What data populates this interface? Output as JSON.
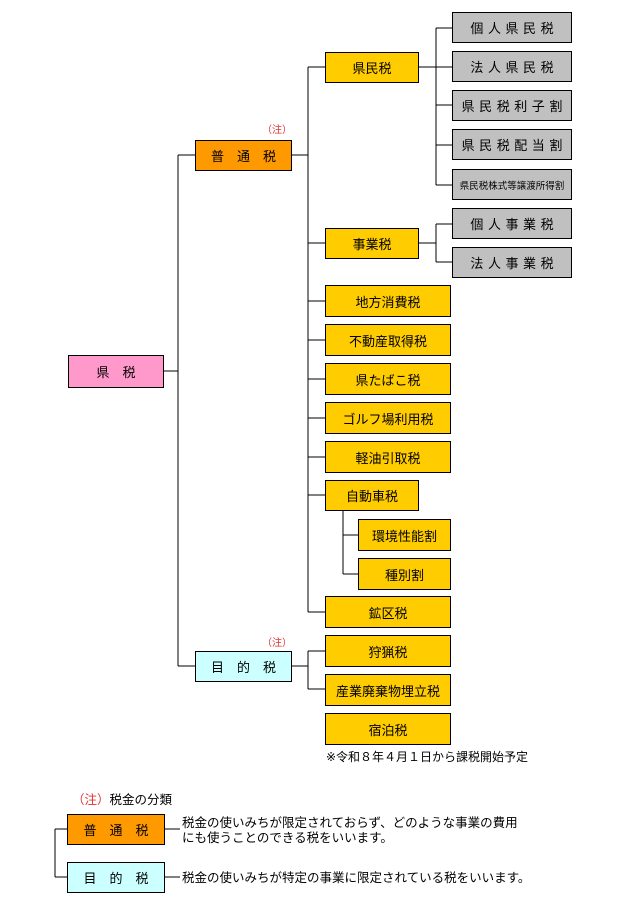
{
  "root": {
    "label": "県　税"
  },
  "branches": {
    "futsu": {
      "label": "普　通　税",
      "note": "（注）"
    },
    "mokuteki": {
      "label": "目　的　税",
      "note": "（注）"
    }
  },
  "futsu_items": [
    {
      "label": "県民税"
    },
    {
      "label": "事業税"
    },
    {
      "label": "地方消費税"
    },
    {
      "label": "不動産取得税"
    },
    {
      "label": "県たばこ税"
    },
    {
      "label": "ゴルフ場利用税"
    },
    {
      "label": "軽油引取税"
    },
    {
      "label": "自動車税"
    },
    {
      "label": "鉱区税"
    }
  ],
  "kenminzei_subs": [
    {
      "label": "個人県民税"
    },
    {
      "label": "法人県民税"
    },
    {
      "label": "県民税利子割"
    },
    {
      "label": "県民税配当割"
    },
    {
      "label": "県民税株式等譲渡所得割"
    }
  ],
  "jigyozei_subs": [
    {
      "label": "個人事業税"
    },
    {
      "label": "法人事業税"
    }
  ],
  "jidoushazei_subs": [
    {
      "label": "環境性能割"
    },
    {
      "label": "種別割"
    }
  ],
  "mokuteki_items": [
    {
      "label": "狩猟税"
    },
    {
      "label": "産業廃棄物埋立税"
    },
    {
      "label": "宿泊税"
    }
  ],
  "footnote": "※令和８年４月１日から課税開始予定",
  "legend": {
    "title_note": "（注）",
    "title": "税金の分類",
    "futsu_label": "普　通　税",
    "futsu_desc_line1": "税金の使いみちが限定されておらず、どのような事業の費用",
    "futsu_desc_line2": "にも使うことのできる税をいいます。",
    "mokuteki_label": "目　的　税",
    "mokuteki_desc": "税金の使いみちが特定の事業に限定されている税をいいます。"
  }
}
